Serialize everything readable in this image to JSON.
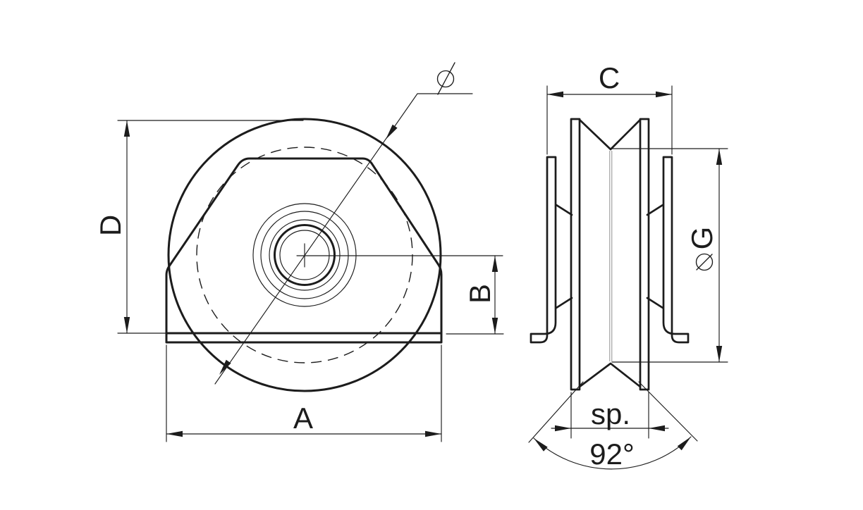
{
  "drawing": {
    "background": "#ffffff",
    "line_color": "#1c1c1c",
    "front_view": {
      "dim_height": "D",
      "dim_plate_length": "A",
      "dim_axle_height": "B",
      "wheel_diameter_symbol": "⌀"
    },
    "side_view": {
      "dim_overall_width": "C",
      "groove_diameter_symbol": "⌀",
      "groove_diameter_letter": "G",
      "dim_sheave_width": "sp.",
      "dim_groove_angle": "92°"
    }
  }
}
